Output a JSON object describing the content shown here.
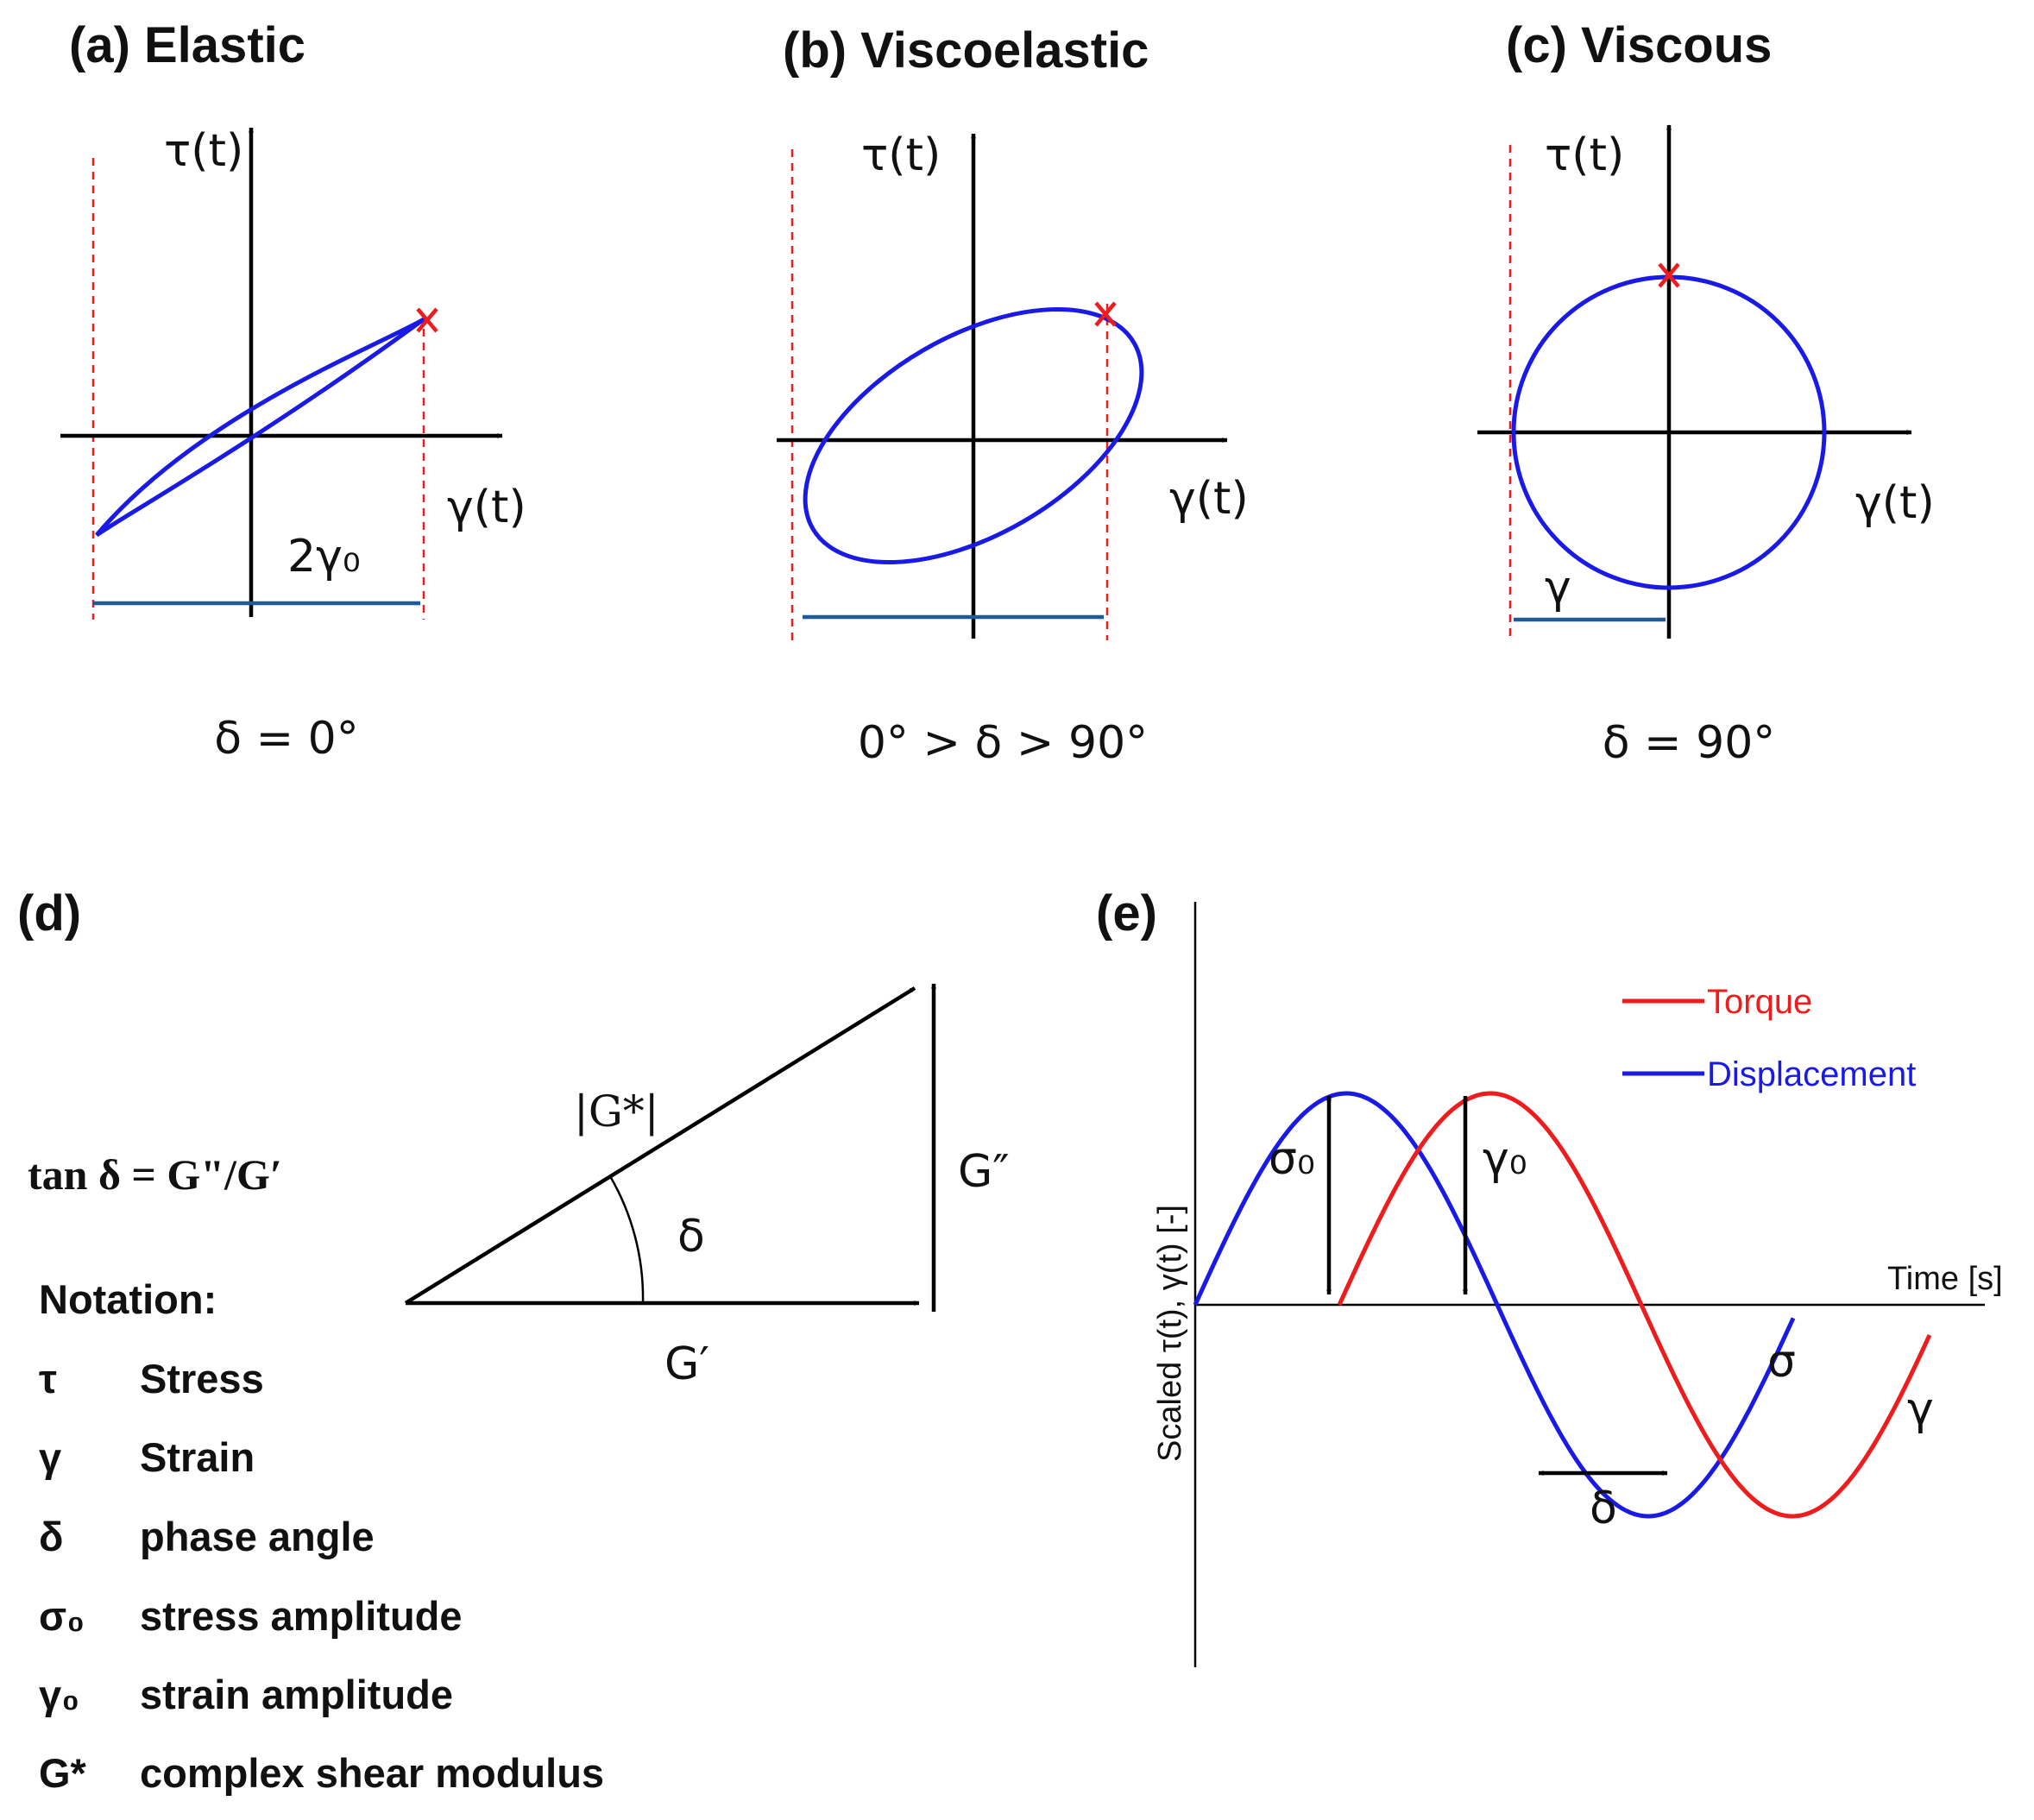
{
  "panel_a": {
    "title": "(a) Elastic",
    "y_axis": "τ(t)",
    "x_axis": "γ(t)",
    "width_label": "2γ₀",
    "condition": "δ = 0°"
  },
  "panel_b": {
    "title": "(b) Viscoelastic",
    "y_axis": "τ(t)",
    "x_axis": "γ(t)",
    "condition": "0° > δ > 90°"
  },
  "panel_c": {
    "title": "(c) Viscous",
    "y_axis": "τ(t)",
    "x_axis": "γ(t)",
    "width_label": "γ",
    "condition": "δ = 90°"
  },
  "panel_d": {
    "title": "(d)",
    "formula": "tan δ = G\"/G′",
    "hypotenuse": "|G*|",
    "angle": "δ",
    "vertical": "G″",
    "horizontal": "G′",
    "notation_title": "Notation:",
    "notation": [
      {
        "symbol": "τ",
        "meaning": "Stress"
      },
      {
        "symbol": "γ",
        "meaning": "Strain"
      },
      {
        "symbol": "δ",
        "meaning": "phase angle"
      },
      {
        "symbol": "σ₀",
        "meaning": "stress amplitude"
      },
      {
        "symbol": "γ₀",
        "meaning": "strain amplitude"
      },
      {
        "symbol": "G*",
        "meaning": "complex shear modulus"
      }
    ]
  },
  "panel_e": {
    "title": "(e)",
    "y_axis": "Scaled τ(t), γ(t) [-]",
    "x_axis": "Time [s]",
    "legend": [
      {
        "name": "Torque",
        "color": "#ee1c1c"
      },
      {
        "name": "Displacement",
        "color": "#1a1ae6"
      }
    ],
    "sigma0": "σ₀",
    "gamma0": "γ₀",
    "delta": "δ",
    "sigma_end": "σ",
    "gamma_end": "γ"
  }
}
